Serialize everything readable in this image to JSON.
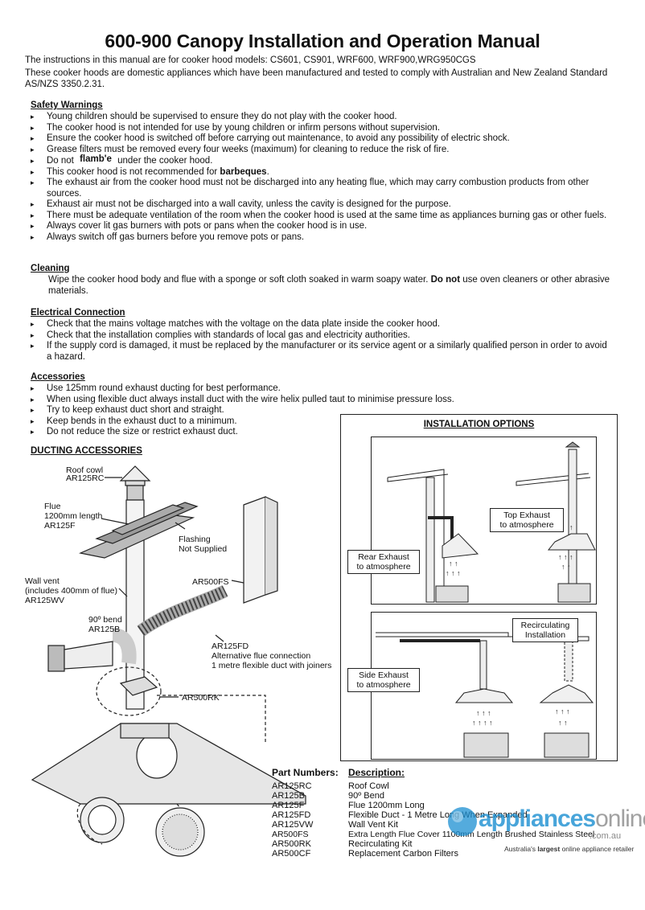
{
  "title": "600-900 Canopy Installation and Operation Manual",
  "intro": [
    "The instructions in this manual are for cooker hood models: CS601, CS901, WRF600, WRF900,WRG950CGS",
    "These cooker hoods are domestic appliances which have been manufactured and tested to comply with Australian and New Zealand Standard AS/NZS 3350.2.31."
  ],
  "safety": {
    "heading": "Safety Warnings",
    "items": [
      "Young children should be supervised to ensure they do not play with the cooker hood.",
      "The cooker hood is not intended for use by young children or infirm persons without supervision.",
      "Ensure the cooker hood is switched off before carrying out maintenance, to avoid any possibility of electric shock.",
      "Grease filters must be removed every four weeks (maximum) for cleaning to reduce the risk of fire.",
      "This cooker hood is not recommended for barbeques.",
      "The exhaust air from the cooker hood must not be discharged into any heating flue, which may carry combustion products from other sources.",
      "Exhaust air must not be discharged into a wall cavity, unless the cavity is designed for the purpose.",
      "There must be adequate ventilation of the room when the cooker hood is used at the same time as appliances burning gas or other fuels.",
      "Always cover lit gas burners with pots or pans when the cooker hood is in use.",
      "Always switch off gas burners before you remove pots or pans."
    ],
    "flambe": {
      "pre": "Do not",
      "word": "flamb'e",
      "post": "under the cooker hood."
    }
  },
  "cleaning": {
    "heading": "Cleaning",
    "pre": "Wipe the cooker hood body and flue with a sponge or soft cloth soaked in warm soapy water.",
    "bold": "Do not",
    "post": "use oven cleaners or other abrasive materials."
  },
  "electrical": {
    "heading": "Electrical Connection",
    "items": [
      "Check that the mains voltage matches with the voltage on the data plate inside the cooker hood.",
      "Check that the installation complies with standards of local gas and electricity authorities.",
      "If the supply cord is damaged, it must be replaced by the manufacturer or its service agent or a similarly qualified person in order to avoid a hazard."
    ]
  },
  "accessories": {
    "heading": "Accessories",
    "items": [
      "Use 125mm round exhaust ducting for best performance.",
      "When using flexible duct always install duct with the wire helix pulled taut to minimise pressure loss.",
      "Try to keep exhaust duct short and straight.",
      "Keep bends in the exhaust duct to a minimum.",
      "Do not reduce the size or restrict exhaust duct."
    ]
  },
  "ducting": {
    "heading": "DUCTING ACCESSORIES",
    "labels": {
      "cowl": "Roof cowl",
      "cowl_code": "AR125RC",
      "flue": "Flue",
      "flue_len": "1200mm length",
      "flue_code": "AR125F",
      "flashing": "Flashing",
      "flashing2": "Not Supplied",
      "wallvent": "Wall vent",
      "wallvent2": "(includes 400mm of flue)",
      "wallvent_code": "AR125WV",
      "bend": "90º bend",
      "bend_code": "AR125B",
      "fs": "AR500FS",
      "fd_code": "AR125FD",
      "fd1": "Alternative flue connection",
      "fd2": "1 metre flexible duct with joiners",
      "rk": "AR500RK"
    }
  },
  "install": {
    "heading": "INSTALLATION OPTIONS",
    "top": [
      "Top Exhaust",
      "to atmosphere"
    ],
    "rear": [
      "Rear Exhaust",
      "to atmosphere"
    ],
    "recirc": [
      "Recirculating",
      "Installation"
    ],
    "side": [
      "Side Exhaust",
      "to atmosphere"
    ]
  },
  "parts": {
    "header_a": "Part Numbers:",
    "header_b": "Description:",
    "rows": [
      {
        "code": "AR125RC",
        "desc": "Roof Cowl"
      },
      {
        "code": "AR125B",
        "desc": "90º Bend"
      },
      {
        "code": "AR125F",
        "desc": "Flue 1200mm Long"
      },
      {
        "code": "AR125FD",
        "desc": "Flexible Duct - 1 Metre Long When Expanded"
      },
      {
        "code": "AR125VW",
        "desc": "Wall Vent Kit"
      },
      {
        "code": "AR500FS",
        "desc": "Extra Length Flue Cover 1100mm Length Brushed Stainless Steel"
      },
      {
        "code": "AR500RK",
        "desc": "Recirculating Kit"
      },
      {
        "code": "AR500CF",
        "desc": "Replacement Carbon Filters"
      }
    ]
  },
  "logo": {
    "brand_a": "appliances",
    "brand_b": "online",
    "domain": ".com.au",
    "tagline_pre": "Australia's",
    "tagline_bold": "largest",
    "tagline_post": "online appliance retailer",
    "color_blue": "#1b8fd1",
    "color_grey": "#8a8a8a"
  }
}
